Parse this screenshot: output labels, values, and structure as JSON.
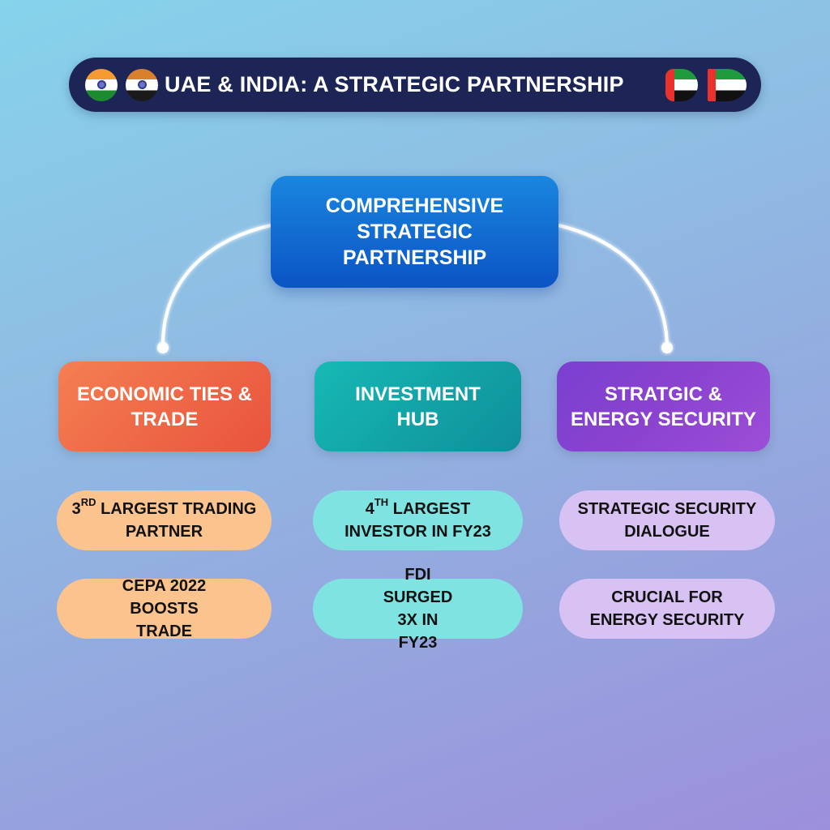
{
  "header": {
    "title": "UAE & INDIA: A STRATEGIC PARTNERSHIP",
    "left_icons": [
      "india-flag-icon",
      "india-flag-variant-icon"
    ],
    "right_icons": [
      "uae-flag-icon",
      "uae-flag-icon"
    ]
  },
  "root": {
    "label": "COMPREHENSIVE STRATEGIC PARTNERSHIP",
    "color": "#0b5ec9"
  },
  "categories": [
    {
      "label": "ECONOMIC TIES & TRADE",
      "color": "#ee6a47",
      "items": [
        {
          "ordinal": "3",
          "suffix": "rd",
          "text": "LARGEST TRADING PARTNER"
        },
        {
          "text": "CEPA 2022 BOOSTS TRADE"
        }
      ],
      "item_color": "#fbc48f"
    },
    {
      "label": "INVESTMENT HUB",
      "color": "#13a6a8",
      "items": [
        {
          "ordinal": "4",
          "suffix": "th",
          "text": "LARGEST INVESTOR IN FY23"
        },
        {
          "text": "FDI SURGED 3X IN FY23"
        }
      ],
      "item_color": "#7fe3e2"
    },
    {
      "label": "STRATGIC & ENERGY SECURITY",
      "color": "#8442d0",
      "items": [
        {
          "text": "STRATEGIC SECURITY DIALOGUE"
        },
        {
          "text": "CRUCIAL FOR ENERGY SECURITY"
        }
      ],
      "item_color": "#d8c2f3"
    }
  ]
}
